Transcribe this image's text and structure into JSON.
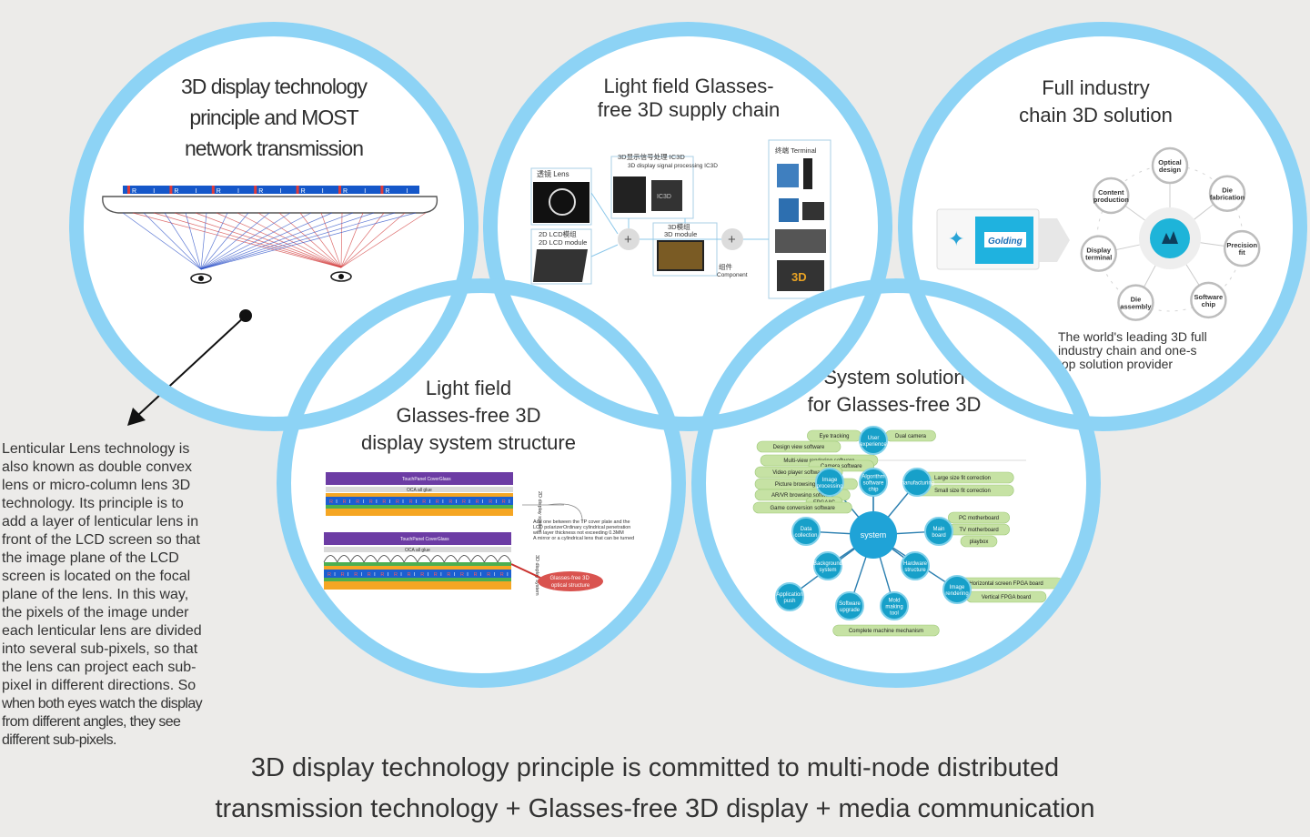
{
  "circles": [
    {
      "id": "c1",
      "title_lines": [
        "3D display technology",
        "principle and MOST",
        "network transmission"
      ]
    },
    {
      "id": "c2",
      "title_lines": [
        "Light field  Glasses-",
        "free 3D supply chain"
      ]
    },
    {
      "id": "c3",
      "title_lines": [
        "Full industry",
        "chain 3D solution"
      ]
    },
    {
      "id": "c4",
      "title_lines": [
        "Light field",
        "Glasses-free 3D",
        "display system structure"
      ]
    },
    {
      "id": "c5",
      "title_lines": [
        "System solution",
        "for Glasses-free 3D"
      ]
    }
  ],
  "description_lines": [
    "Lenticular Lens technology is",
    "also known as double convex",
    "lens or micro-column lens 3D",
    "technology. Its principle is to",
    "add a layer of lenticular lens in",
    "front of the LCD screen so that",
    "the image plane of the LCD",
    "screen is located on the focal",
    "plane of the lens. In this way,",
    "the pixels of the  image under",
    "each lenticular lens are divided",
    "into several sub-pixels, so that",
    "the lens can project each sub-",
    "pixel in different directions. So",
    "when both eyes watch the display",
    "from different angles, they see",
    "different sub-pixels."
  ],
  "footer_lines": [
    "3D display technology principle is committed to multi-node distributed",
    "transmission technology +  Glasses-free 3D display + media communication"
  ],
  "pixel_letters": [
    "R",
    "I",
    "R",
    "I",
    "R",
    "I",
    "R",
    "I",
    "R",
    "I",
    "R",
    "I",
    "R",
    "I"
  ],
  "supply_chain": {
    "lens_label": "透镜 Lens",
    "ic_label_cn": "3D显示信号处理  IC3D",
    "ic_label_en": "3D display signal processing IC3D",
    "lcd_label_cn": "2D LCD模组",
    "lcd_label_en": "2D LCD module",
    "module_label_cn": "3D模组",
    "module_label_en": "3D module",
    "component_cn": "组件",
    "component_en": "Component",
    "terminal_label": "终端 Terminal",
    "chip_text": "IC3D",
    "plus": "+",
    "tablet_text": "3D"
  },
  "industry_chain": {
    "nodes": [
      "Optical design",
      "Die fabrication",
      "Precision fit",
      "Software chip",
      "Die assembly",
      "Display terminal",
      "Content production"
    ],
    "logo_text": "Golding",
    "tagline_lines": [
      "The world's leading 3D full",
      "industry chain and one-s",
      "top solution provider"
    ]
  },
  "structure": {
    "touch_panel": "TouchPanel CoverGlass",
    "oca": "OCA all glue",
    "side_label": "2D display system",
    "side_label_3d": "3D display system",
    "note_lines": [
      "Add one between the TP cover plate and the",
      "LCD polarizerOrdinary cylindrical penetration",
      "with layer thickness not exceeding 0.3MM",
      "A mirror or a cylindrical lens that can be turned"
    ],
    "badge_lines": [
      "Glasses-free 3D",
      "optical structure"
    ]
  },
  "system": {
    "center": "system",
    "hubs": [
      "User experience",
      "Algorithm software chip",
      "manufacturing",
      "Main board",
      "Hardware structure",
      "Image rendering",
      "Mold making tool",
      "Software upgrade",
      "Application push",
      "Background system",
      "Data collection",
      "Image processing"
    ],
    "pills": [
      "Eye tracking",
      "Dual camera",
      "Design view software",
      "Multi-view rendering software",
      "Camera software",
      "Video player software",
      "Picture browsing software",
      "AR/VR browsing software",
      "FPGA/IC",
      "Game conversion software",
      "Large size fit correction",
      "Small size fit correction",
      "PC motherboard",
      "TV motherboard",
      "playbox",
      "Horizontal screen FPGA board",
      "Vertical FPGA board",
      "Complete machine mechanism"
    ]
  }
}
